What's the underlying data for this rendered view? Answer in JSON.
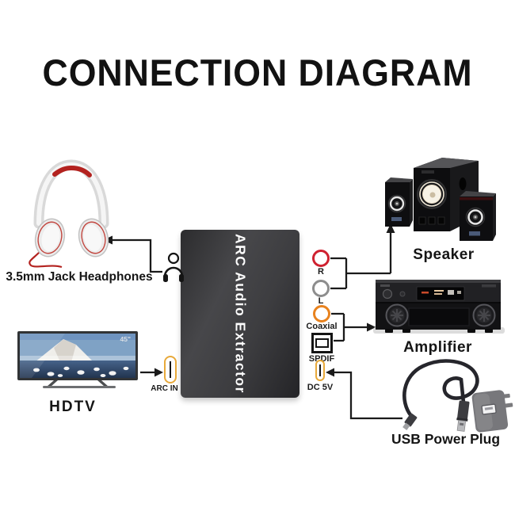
{
  "title": "CONNECTION DIAGRAM",
  "device": {
    "label": "ARC Audio Extractor",
    "ports": {
      "arc_in": {
        "label": "ARC IN"
      },
      "rca_r": {
        "label": "R",
        "ring_color": "#cf2130"
      },
      "rca_l": {
        "label": "L",
        "ring_color": "#8d8d8d"
      },
      "coaxial": {
        "label": "Coaxial",
        "ring_color": "#e8821e"
      },
      "spdif": {
        "label": "SPDIF"
      },
      "dc5v": {
        "label": "DC 5V",
        "ring_color": "#e8a93a"
      }
    }
  },
  "peripherals": {
    "headphones": {
      "label": "3.5mm Jack Headphones"
    },
    "hdtv": {
      "label": "HDTV",
      "screen_badge": "45\""
    },
    "speaker": {
      "label": "Speaker"
    },
    "amplifier": {
      "label": "Amplifier"
    },
    "usb_power": {
      "label": "USB Power Plug"
    }
  },
  "colors": {
    "line": "#1a1a1a",
    "port_yellow": "#e8a93a",
    "rca_red": "#cf2130",
    "coaxial_orange": "#e8821e",
    "headphone_red": "#b3221f"
  }
}
